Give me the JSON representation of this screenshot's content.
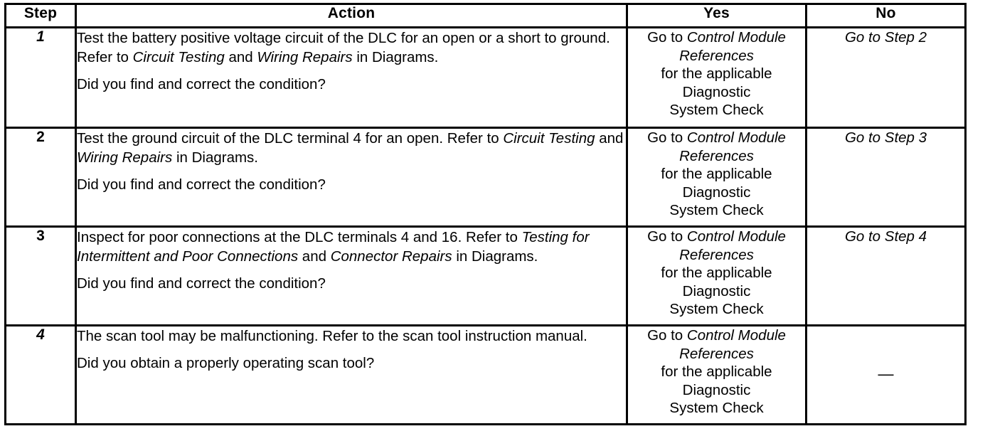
{
  "document": {
    "type": "diagnostic-trouble-code-table",
    "columns": [
      {
        "key": "step",
        "label": "Step"
      },
      {
        "key": "action",
        "label": "Action"
      },
      {
        "key": "yes",
        "label": "Yes"
      },
      {
        "key": "no",
        "label": "No"
      }
    ]
  },
  "common": {
    "yes_text_lead": "Go to ",
    "yes_text_italic": "Control Module References",
    "yes_text_tail_1": "for the applicable",
    "yes_text_tail_2": "Diagnostic",
    "yes_text_tail_3": "System Check",
    "question_find_correct": "Did you find and correct the condition?",
    "em_dash": "—"
  },
  "rows": [
    {
      "step": "1",
      "step_italic": true,
      "action": {
        "para1_a": "Test the battery positive voltage circuit of the DLC for an open or a short to ground. Refer to ",
        "para1_i1": "Circuit Testing",
        "para1_b": " and ",
        "para1_i2": "Wiring Repairs",
        "para1_c": " in Diagrams.",
        "para2": "Did you find and correct the condition?"
      },
      "no": "Go to Step 2"
    },
    {
      "step": "2",
      "step_italic": false,
      "action": {
        "para1_a": "Test the ground circuit of the DLC terminal 4 for an open. Refer to ",
        "para1_i1": "Circuit Testing",
        "para1_b": " and ",
        "para1_i2": "Wiring Repairs",
        "para1_c": " in Diagrams.",
        "para2": "Did you find and correct the condition?"
      },
      "no": "Go to Step 3"
    },
    {
      "step": "3",
      "step_italic": false,
      "action": {
        "para1_a": "Inspect for poor connections at the DLC terminals 4 and 16. Refer to ",
        "para1_i1": "Testing for Intermittent and Poor Connections",
        "para1_b": " and ",
        "para1_i2": "Connector Repairs",
        "para1_c": " in Diagrams.",
        "para2": "Did you find and correct the condition?"
      },
      "no": "Go to Step 4"
    },
    {
      "step": "4",
      "step_italic": true,
      "action": {
        "para1_a": "The scan tool may be malfunctioning. Refer to the scan tool instruction manual.",
        "para1_i1": "",
        "para1_b": "",
        "para1_i2": "",
        "para1_c": "",
        "para2": "Did you obtain a properly operating scan tool?"
      },
      "no": "—"
    }
  ],
  "colors": {
    "ink": "#000000",
    "paper": "#ffffff"
  }
}
